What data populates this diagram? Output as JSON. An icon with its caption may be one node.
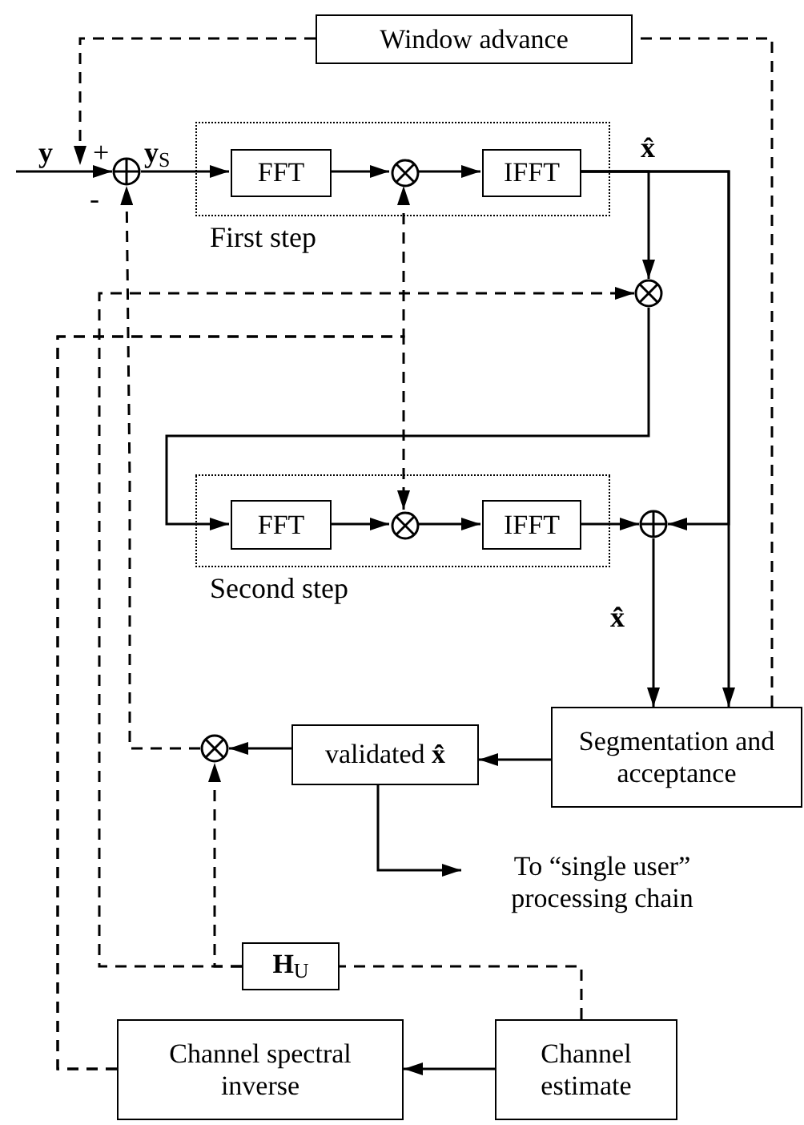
{
  "diagram": {
    "nodes": [
      {
        "text": [
          "Window advance"
        ]
      },
      {
        "text": [
          "First step"
        ]
      },
      {
        "text": [
          "FFT"
        ],
        "in": 1
      },
      {
        "text": [],
        "shape": "circle",
        "in": 1
      },
      {
        "text": [
          "IFFT"
        ],
        "in": 1
      },
      {
        "text": [],
        "shape": "circle"
      },
      {
        "text": [],
        "shape": "circle"
      },
      {
        "text": [
          "Second step"
        ]
      },
      {
        "text": [
          "FFT"
        ],
        "in": 7
      },
      {
        "text": [],
        "shape": "circle",
        "in": 7
      },
      {
        "text": [
          "IFFT"
        ],
        "in": 7
      },
      {
        "text": [],
        "shape": "circle"
      },
      {
        "text": [
          "Segmentation and acceptance"
        ]
      },
      {
        "text": [
          "validated **x̂̂**"
        ]
      },
      {
        "text": [],
        "shape": "circle"
      },
      {
        "text": [
          "To “single user” processing chain"
        ]
      },
      {
        "text": [
          "**H**$_{U}$"
        ]
      },
      {
        "text": [
          "Channel spectral inverse"
        ]
      },
      {
        "text": [
          "Channel estimate"
        ]
      }
    ],
    "edges": [
      {
        "from": null,
        "to": 5,
        "arrow": "to"
      },
      {
        "from": 0,
        "to": 5,
        "arrow": "to",
        "style": "dashed"
      },
      {
        "from": 5,
        "to": 2,
        "arrow": "to"
      },
      {
        "from": 2,
        "to": 3,
        "arrow": "to"
      },
      {
        "from": 3,
        "to": 4,
        "arrow": "to"
      },
      {
        "from": 4,
        "to": 6,
        "arrow": "to"
      },
      {
        "from": 4,
        "to": 12,
        "arrow": "to"
      },
      {
        "from": 6,
        "to": 8,
        "arrow": "to"
      },
      {
        "from": 8,
        "to": 9,
        "arrow": "to"
      },
      {
        "from": 9,
        "to": 10,
        "arrow": "to"
      },
      {
        "from": 10,
        "to": 11,
        "arrow": "to"
      },
      {
        "from": 4,
        "to": 11,
        "arrow": "to"
      },
      {
        "from": 11,
        "to": 12,
        "arrow": "to"
      },
      {
        "from": 12,
        "to": 13,
        "arrow": "to"
      },
      {
        "from": 13,
        "to": 14,
        "arrow": "to"
      },
      {
        "from": 13,
        "to": 15,
        "arrow": "to"
      },
      {
        "from": 14,
        "to": 5,
        "arrow": "to",
        "style": "dashed"
      },
      {
        "from": 16,
        "to": 14,
        "arrow": "to",
        "style": "dashed"
      },
      {
        "from": 16,
        "to": 6,
        "arrow": "to",
        "style": "dashed"
      },
      {
        "from": 18,
        "to": 16,
        "arrow": "none",
        "style": "dashed"
      },
      {
        "from": 18,
        "to": 17,
        "arrow": "to"
      },
      {
        "from": 17,
        "to": 3,
        "arrow": "to",
        "style": "dashed"
      },
      {
        "from": 17,
        "to": 9,
        "arrow": "to",
        "style": "dashed"
      },
      {
        "from": 12,
        "to": 0,
        "arrow": "none",
        "style": "dashed"
      }
    ],
    "labels": [
      "y",
      "+",
      "-",
      "**y**$_{S}$",
      "x̂",
      "x̂̂"
    ]
  }
}
